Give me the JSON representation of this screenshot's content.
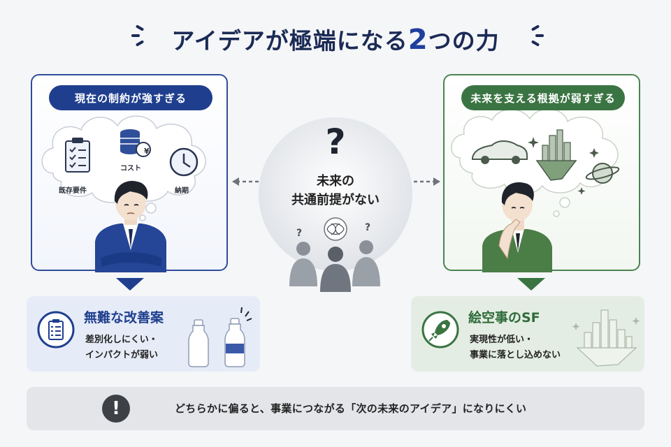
{
  "title": {
    "main": "アイデアが極端になる",
    "emphasis": "2",
    "suffix": "つの力"
  },
  "left": {
    "header": "現在の制約が強すぎる",
    "icons": [
      {
        "icon": "clipboard-icon",
        "label": "既存要件"
      },
      {
        "icon": "coin-stack-icon",
        "label": "コスト"
      },
      {
        "icon": "clock-icon",
        "label": "納期"
      }
    ],
    "yen": "¥",
    "result_title": "無難な改善案",
    "result_lines": [
      "差別化しにくい・",
      "インパクトが弱い"
    ]
  },
  "center": {
    "question_mark": "?",
    "lines": [
      "未来の",
      "共通前提がない"
    ]
  },
  "right": {
    "header": "未来を支える根拠が弱すぎる",
    "result_title": "絵空事のSF",
    "result_lines": [
      "実現性が低い・",
      "事業に落とし込めない"
    ]
  },
  "bottom": {
    "warning_symbol": "!",
    "message": "どちらかに偏ると、事業につながる「次の未来のアイデア」になりにくい"
  },
  "colors": {
    "navy": "#1f3f8e",
    "green": "#3a7442",
    "left_result_bg": "#e6ecf7",
    "right_result_bg": "#e4ede3",
    "banner_bg": "#e3e5e8"
  }
}
